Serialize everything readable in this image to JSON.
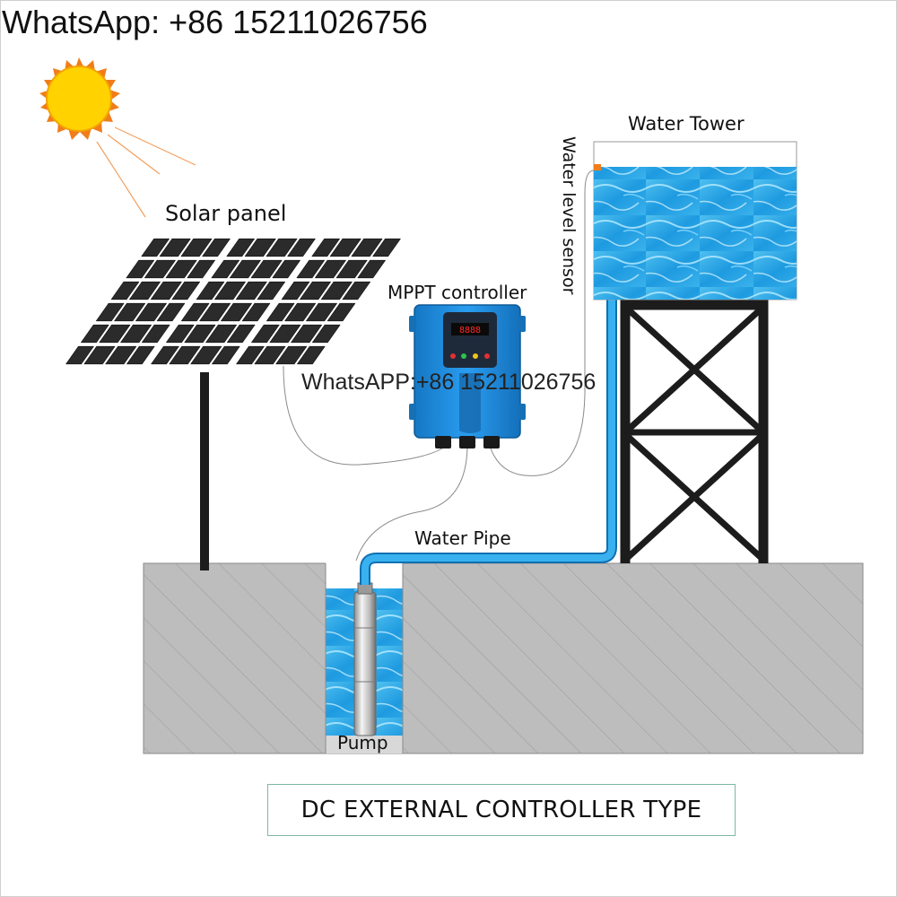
{
  "watermark_top": "WhatsApp: +86 15211026756",
  "watermark_middle": "WhatsAPP:+86 15211026756",
  "labels": {
    "solar_panel": "Solar panel",
    "mppt_controller": "MPPT controller",
    "water_tower": "Water Tower",
    "water_level_sensor": "Water level sensor",
    "water_pipe": "Water Pipe",
    "pump": "Pump"
  },
  "caption": "DC EXTERNAL CONTROLLER TYPE",
  "colors": {
    "water": "#29a3e3",
    "ground": "#bdbdbd",
    "controller": "#1d8fe0",
    "solar_cell": "#2b2b2b",
    "sun": "#ffd200",
    "sun_rays": "#f07d1a",
    "tower_frame": "#1c1c1c",
    "caption_border": "#7fb7a6"
  }
}
